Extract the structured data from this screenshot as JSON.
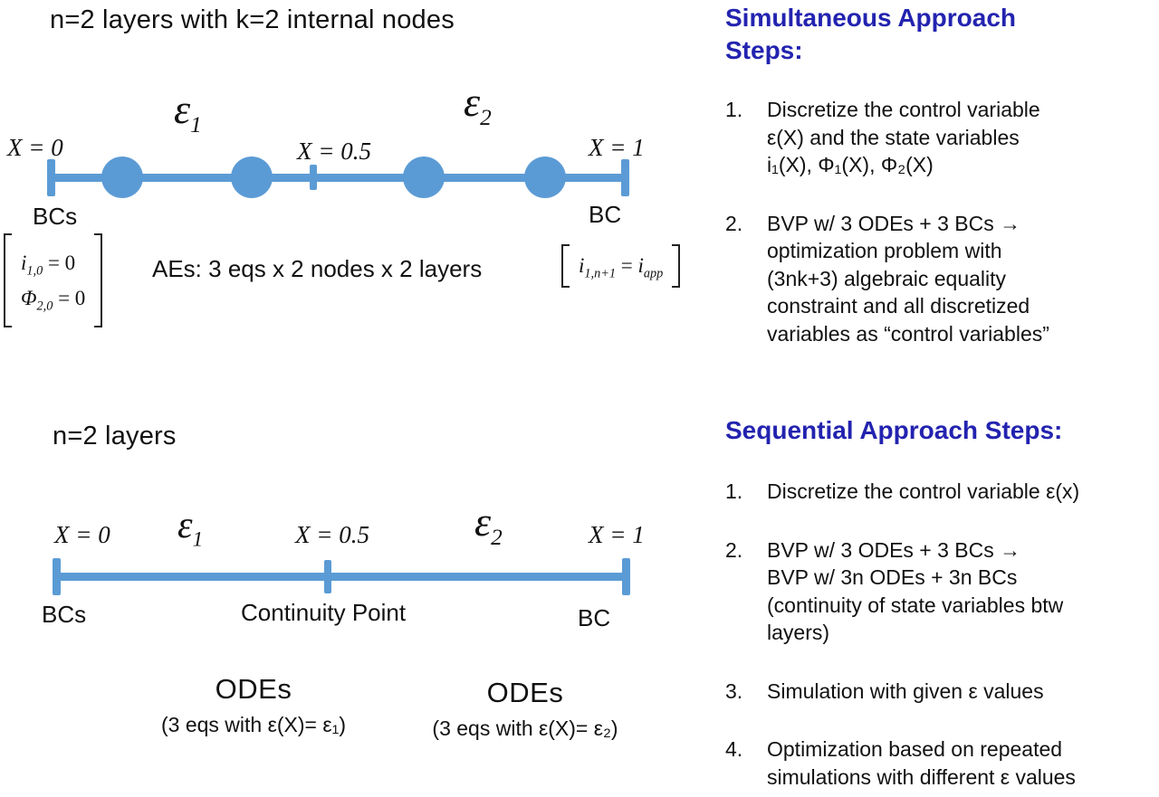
{
  "colors": {
    "diagram_blue": "#5B9BD5",
    "heading_blue": "#2323B0",
    "text_color": "#1a1a1a"
  },
  "top": {
    "title": "n=2 layers with k=2 internal nodes",
    "x_labels": {
      "x0": "X = 0",
      "x05": "X = 0.5",
      "x1": "X = 1"
    },
    "eps1": {
      "base": "ε",
      "sub": "1"
    },
    "eps2": {
      "base": "ε",
      "sub": "2"
    },
    "bcs_label": "BCs",
    "bc_label": "BC",
    "aes_text": "AEs: 3 eqs x 2 nodes x 2 layers",
    "bc_left_rows": [
      {
        "base": "i",
        "sub": "1,0",
        "rhs": " = 0"
      },
      {
        "base": "Φ",
        "sub": "2,0",
        "rhs": " = 0"
      }
    ],
    "bc_right": {
      "base": "i",
      "sub": "1,n+1",
      "mid": " = ",
      "base2": "i",
      "sub2": "app"
    }
  },
  "bottom": {
    "title": "n=2 layers",
    "x_labels": {
      "x0": "X = 0",
      "x05": "X = 0.5",
      "x1": "X = 1"
    },
    "eps1": {
      "base": "ε",
      "sub": "1"
    },
    "eps2": {
      "base": "ε",
      "sub": "2"
    },
    "bcs_label": "BCs",
    "continuity_label": "Continuity Point",
    "bc_label": "BC",
    "odes_left": {
      "title": "ODEs",
      "subtitle": "(3 eqs with ε(X)= ε₁)"
    },
    "odes_right": {
      "title": "ODEs",
      "subtitle": "(3 eqs with ε(X)= ε₂)"
    }
  },
  "simultaneous": {
    "heading": "Simultaneous Approach\nSteps:",
    "steps": [
      "Discretize the control variable\nε(X) and the state variables\ni₁(X), Φ₁(X), Φ₂(X)",
      "BVP w/ 3 ODEs + 3 BCs →\noptimization problem with\n(3nk+3) algebraic equality\nconstraint and all discretized\nvariables as “control variables”"
    ]
  },
  "sequential": {
    "heading": "Sequential Approach Steps:",
    "steps": [
      "Discretize the control variable ε(x)",
      "BVP w/ 3 ODEs + 3 BCs →\nBVP w/ 3n ODEs + 3n BCs\n(continuity of state variables btw\nlayers)",
      "Simulation with given ε values",
      "Optimization based on repeated\nsimulations with different ε values"
    ]
  }
}
